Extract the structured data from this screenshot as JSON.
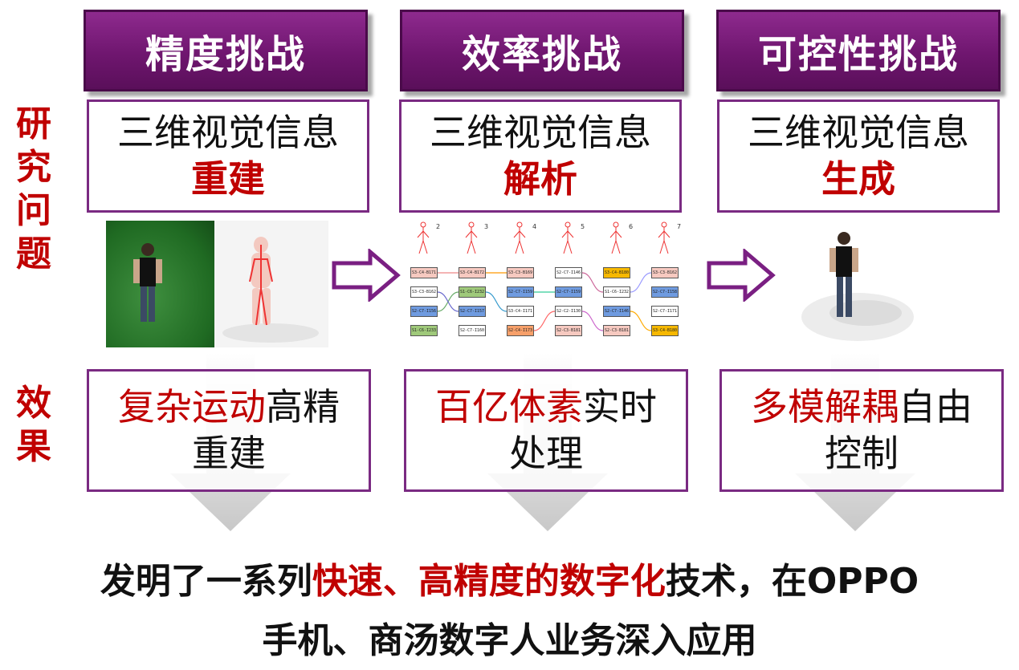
{
  "side_labels": {
    "problem": "研究问题",
    "effect": "效果"
  },
  "columns": [
    {
      "challenge": "精度挑战",
      "problem_line1": "三维视觉信息",
      "problem_line2": "重建",
      "effect_red": "复杂运动",
      "effect_black": "高精",
      "effect_line2": "重建"
    },
    {
      "challenge": "效率挑战",
      "problem_line1": "三维视觉信息",
      "problem_line2": "解析",
      "effect_red": "百亿体素",
      "effect_black": "实时",
      "effect_line2": "处理"
    },
    {
      "challenge": "可控性挑战",
      "problem_line1": "三维视觉信息",
      "problem_line2": "生成",
      "effect_red": "多模解耦",
      "effect_black": "自由",
      "effect_line2": "控制"
    }
  ],
  "tracking_figure": {
    "frame_numbers": [
      "2",
      "3",
      "4",
      "5",
      "6",
      "7"
    ],
    "rows": [
      [
        "S3-C4-B171",
        "S3-C4-B172",
        "S3-C3-B169",
        "S2-C7-I146",
        "S3-C4-B180",
        "S3-C3-B162"
      ],
      [
        "S3-C3-B162",
        "S1-C6-I232",
        "S2-C7-I159",
        "S2-C7-I159",
        "S1-C6-I232",
        "S2-C7-I158"
      ],
      [
        "S2-C7-I156",
        "S2-C7-I157",
        "S3-C4-I171",
        "S2-C2-I130",
        "S2-C7-I146",
        "S2-C7-I171"
      ],
      [
        "S1-C6-I233",
        "S2-C7-I160",
        "S2-C4-I173",
        "S2-C3-B181",
        "S2-C3-B181",
        "S3-C4-B180"
      ]
    ]
  },
  "summary": {
    "line1_a": "发明了一系列",
    "line1_red": "快速、高精度的数字化",
    "line1_b": "技术，在OPPO",
    "line2": "手机、商汤数字人业务深入应用"
  },
  "colors": {
    "purple": "#7a2a82",
    "red": "#c00000",
    "header_bg": "#6f166f"
  }
}
